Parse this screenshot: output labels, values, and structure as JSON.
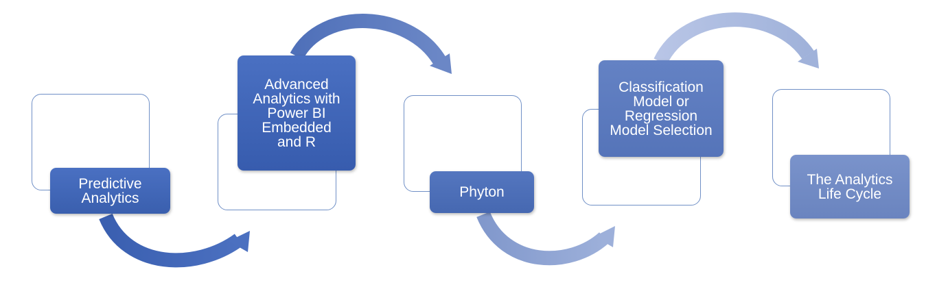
{
  "steps": [
    {
      "label": "Predictive Analytics",
      "color": "#3f66b8"
    },
    {
      "label": "Advanced Analytics with Power BI Embedded and R",
      "color": "#3c63b5"
    },
    {
      "label": "Phyton",
      "color": "#4a6db7"
    },
    {
      "label": "Classification Model or Regression Model Selection",
      "color": "#5a79bc"
    },
    {
      "label": "The Analytics Life Cycle",
      "color": "#6f8ac3"
    }
  ],
  "arrow_colors": [
    "#3d63b4",
    "#5b7abd",
    "#8aa0d0",
    "#a9b8de"
  ]
}
